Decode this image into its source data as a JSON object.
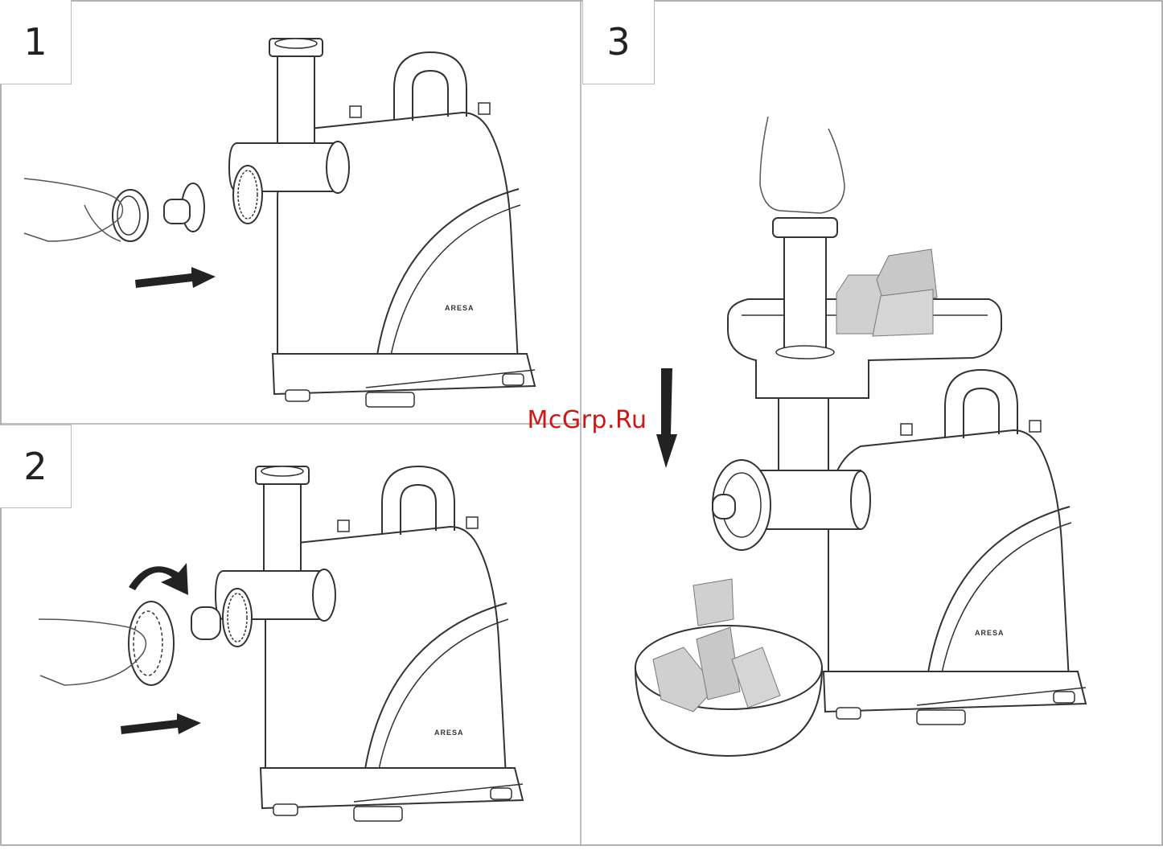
{
  "steps": [
    {
      "number": "1",
      "brand": "ARESA"
    },
    {
      "number": "2",
      "brand": "ARESA"
    },
    {
      "number": "3",
      "brand": "ARESA"
    }
  ],
  "watermark": "McGrp.Ru"
}
